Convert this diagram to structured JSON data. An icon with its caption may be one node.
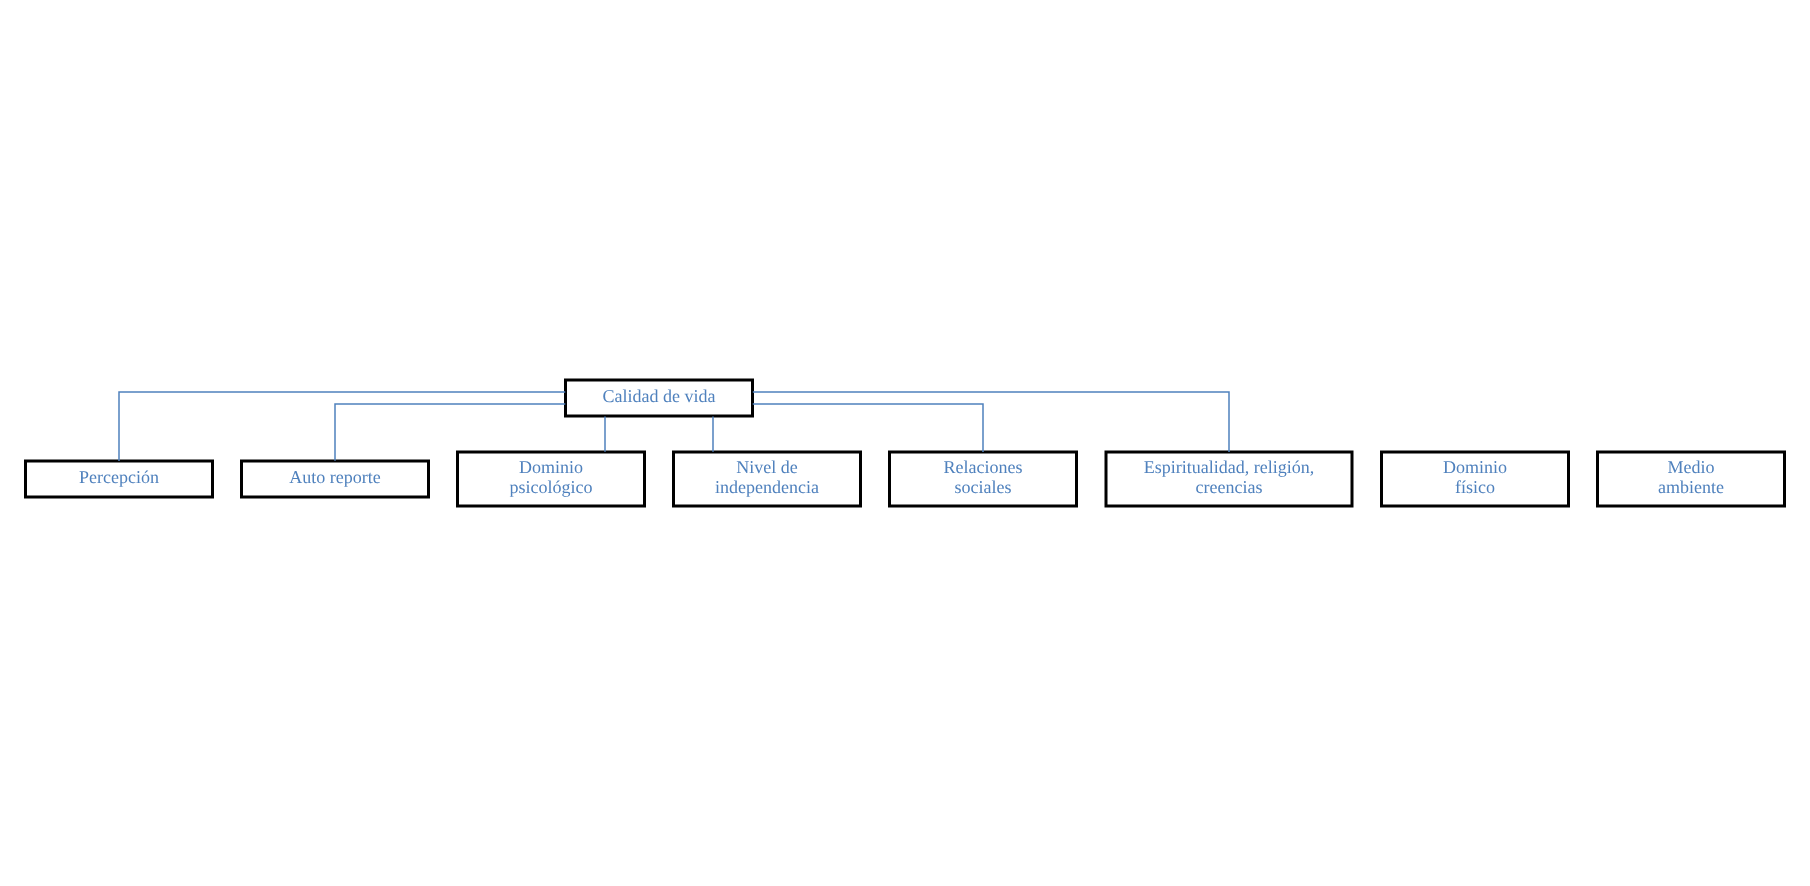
{
  "diagram": {
    "nodes": [
      {
        "text": [
          "Calidad de vida"
        ]
      },
      {
        "text": [
          "Percepción"
        ]
      },
      {
        "text": [
          "Auto reporte"
        ]
      },
      {
        "text": [
          "Dominio físico"
        ]
      },
      {
        "text": [
          "Dominio psicológico"
        ]
      },
      {
        "text": [
          "Medio ambiente"
        ]
      },
      {
        "text": [
          "Nivel de independencia"
        ]
      },
      {
        "text": [
          "Relaciones sociales"
        ]
      },
      {
        "text": [
          "Espiritualidad, religión, creencias"
        ]
      }
    ],
    "edges": [
      {
        "from": 0,
        "to": 1,
        "arrow": "none"
      },
      {
        "from": 0,
        "to": 2,
        "arrow": "none"
      },
      {
        "from": 0,
        "to": 4,
        "arrow": "none"
      },
      {
        "from": 0,
        "to": 6,
        "arrow": "none"
      },
      {
        "from": 0,
        "to": 7,
        "arrow": "none"
      },
      {
        "from": 0,
        "to": 8,
        "arrow": "none"
      }
    ]
  }
}
